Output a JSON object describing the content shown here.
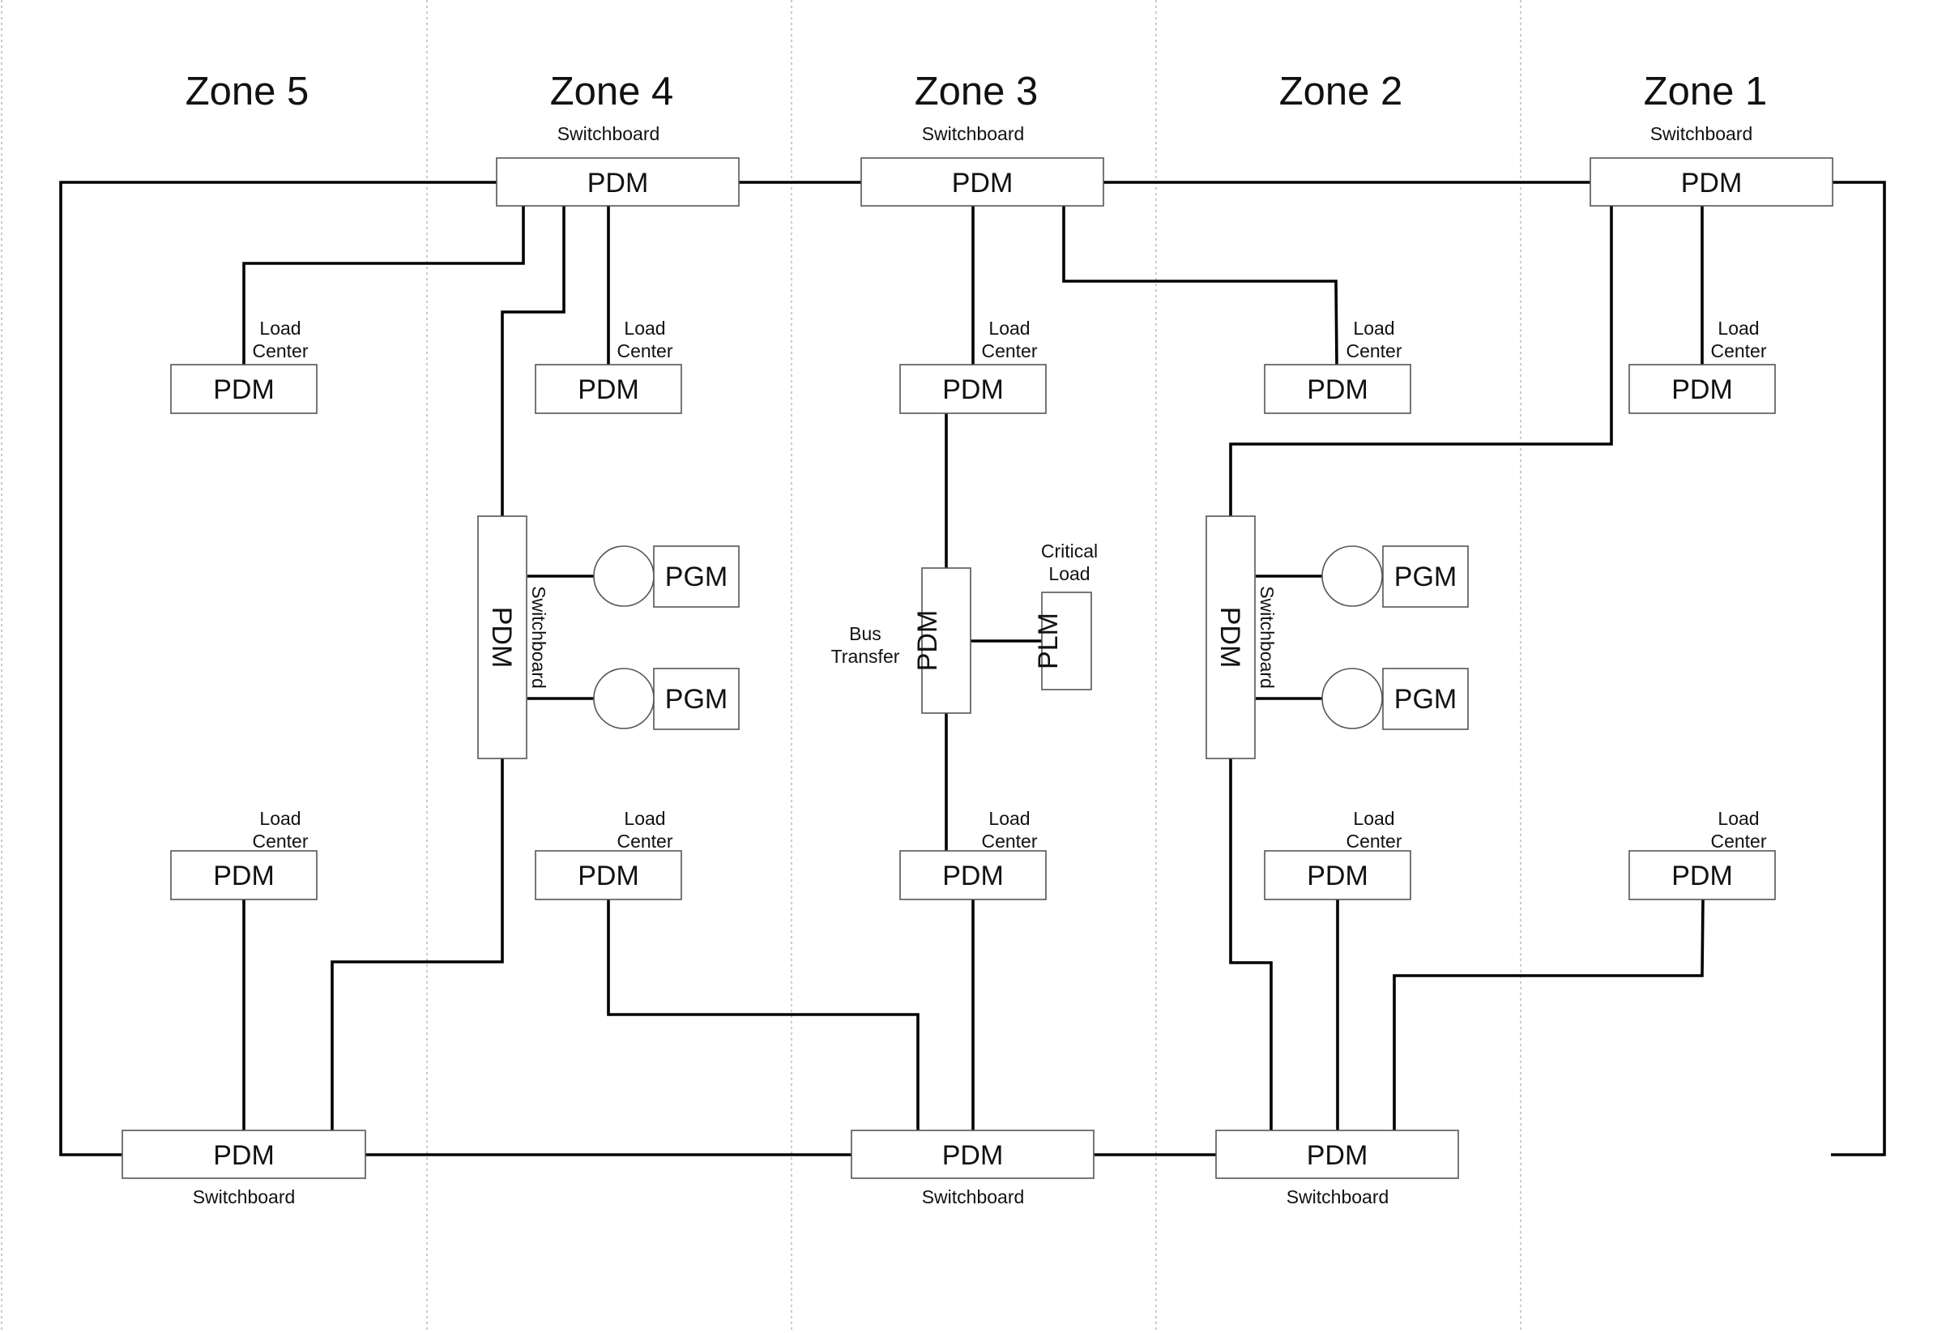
{
  "zones": [
    "Zone 5",
    "Zone 4",
    "Zone 3",
    "Zone 2",
    "Zone 1"
  ],
  "labels": {
    "pdm": "PDM",
    "pgm": "PGM",
    "plm": "PLM",
    "switchboard": "Switchboard",
    "load_line1": "Load",
    "center_line2": "Center",
    "critical_line1": "Critical",
    "critical_line2": "Load",
    "bus_line1": "Bus",
    "transfer_line2": "Transfer"
  },
  "colors": {
    "wire": "#000000",
    "box_border": "#555555",
    "divider": "#b5b5b5",
    "background": "#ffffff"
  }
}
